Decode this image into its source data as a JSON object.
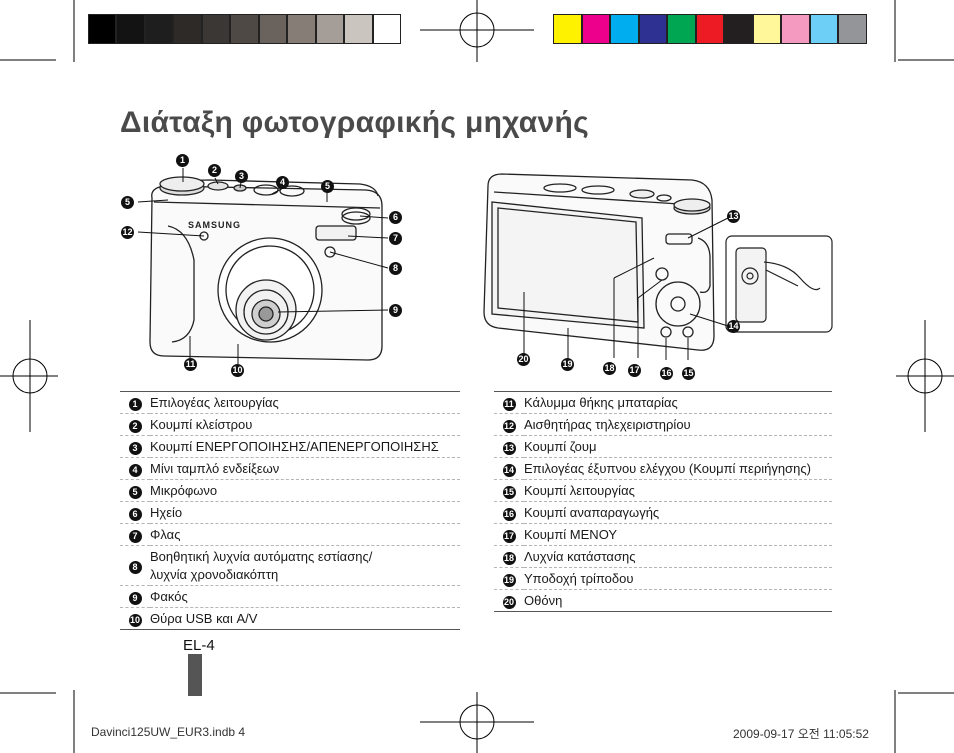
{
  "page": {
    "title": "Διάταξη φωτογραφικής μηχανής",
    "page_number": "EL-4",
    "footer_left": "Davinci125UW_EUR3.indb   4",
    "footer_right": "2009-09-17   오전 11:05:52"
  },
  "camera": {
    "brand": "SAMSUNG"
  },
  "colors": {
    "gray_bar": [
      "#000000",
      "#131313",
      "#1e1e1e",
      "#2d2a28",
      "#3b3735",
      "#4f4945",
      "#6a625d",
      "#867d77",
      "#a59d97",
      "#cbc5c0",
      "#ffffff"
    ],
    "color_bar": [
      "#fff200",
      "#ec008c",
      "#00aeef",
      "#2e3192",
      "#00a651",
      "#ed1c24",
      "#231f20",
      "#fff799",
      "#f49ac1",
      "#6dcff6",
      "#939598"
    ]
  },
  "callouts": {
    "front": [
      {
        "num": "1"
      },
      {
        "num": "2"
      },
      {
        "num": "3"
      },
      {
        "num": "4"
      },
      {
        "num": "5"
      },
      {
        "num": "5"
      },
      {
        "num": "6"
      },
      {
        "num": "12"
      },
      {
        "num": "7"
      },
      {
        "num": "8"
      },
      {
        "num": "9"
      },
      {
        "num": "11"
      },
      {
        "num": "10"
      }
    ],
    "back": [
      {
        "num": "13"
      },
      {
        "num": "14"
      },
      {
        "num": "20"
      },
      {
        "num": "19"
      },
      {
        "num": "18"
      },
      {
        "num": "17"
      },
      {
        "num": "16"
      },
      {
        "num": "15"
      }
    ]
  },
  "table_left": [
    {
      "num": "1",
      "label": "Επιλογέας λειτουργίας"
    },
    {
      "num": "2",
      "label": "Κουμπί κλείστρου"
    },
    {
      "num": "3",
      "label": "Κουμπί ΕΝΕΡΓΟΠΟΙΗΣΗΣ/ΑΠΕΝΕΡΓΟΠΟΙΗΣΗΣ"
    },
    {
      "num": "4",
      "label": "Μίνι ταμπλό ενδείξεων"
    },
    {
      "num": "5",
      "label": "Μικρόφωνο"
    },
    {
      "num": "6",
      "label": "Ηχείο"
    },
    {
      "num": "7",
      "label": "Φλας"
    },
    {
      "num": "8",
      "label": "Βοηθητική λυχνία αυτόματης εστίασης/",
      "label2": "λυχνία χρονοδιακόπτη"
    },
    {
      "num": "9",
      "label": "Φακός"
    },
    {
      "num": "10",
      "label": "Θύρα USB και A/V"
    }
  ],
  "table_right": [
    {
      "num": "11",
      "label": "Κάλυμμα θήκης μπαταρίας"
    },
    {
      "num": "12",
      "label": "Αισθητήρας τηλεχειριστηρίου"
    },
    {
      "num": "13",
      "label": "Κουμπί ζουμ"
    },
    {
      "num": "14",
      "label": "Επιλογέας έξυπνου ελέγχου (Κουμπί περιήγησης)"
    },
    {
      "num": "15",
      "label": "Κουμπί λειτουργίας"
    },
    {
      "num": "16",
      "label": "Κουμπί αναπαραγωγής"
    },
    {
      "num": "17",
      "label": "Κουμπί ΜΕΝΟΥ"
    },
    {
      "num": "18",
      "label": "Λυχνία κατάστασης"
    },
    {
      "num": "19",
      "label": "Υποδοχή τρίποδου"
    },
    {
      "num": "20",
      "label": "Οθόνη"
    }
  ]
}
